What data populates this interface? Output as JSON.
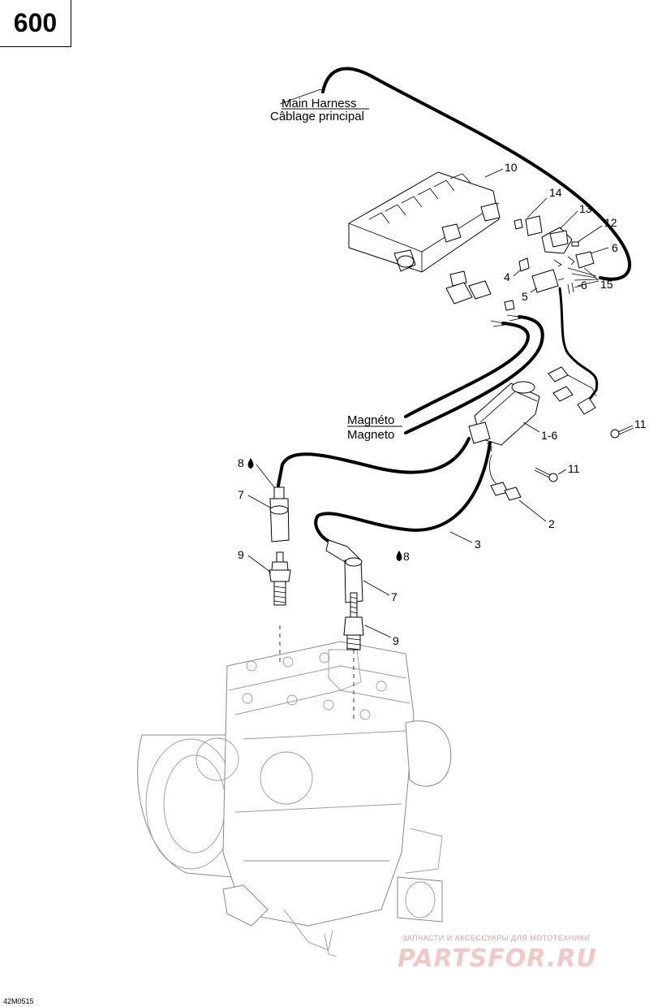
{
  "page_badge": "600",
  "harness_labels": {
    "main_en": "Main Harness",
    "main_fr": "Câblage principal",
    "magneto_fr": "Magnéto",
    "magneto_en": "Magneto"
  },
  "callouts": {
    "c10": "10",
    "c14": "14",
    "c13": "13",
    "c12": "12",
    "c6a": "6",
    "c15": "15",
    "c4": "4",
    "c5": "5",
    "c6b": "6",
    "c11a": "11",
    "c1_6": "1-6",
    "c11b": "11",
    "c2": "2",
    "c3": "3",
    "c8a": "8",
    "c8b": "8",
    "c7a": "7",
    "c7b": "7",
    "c9a": "9",
    "c9b": "9"
  },
  "drawing_code": "42M0515",
  "watermark": {
    "tagline": "ЗАПЧАСТИ И АКСЕССУАРЫ ДЛЯ МОТОТЕХНИКИ",
    "logo": "PARTSFOR.RU"
  }
}
